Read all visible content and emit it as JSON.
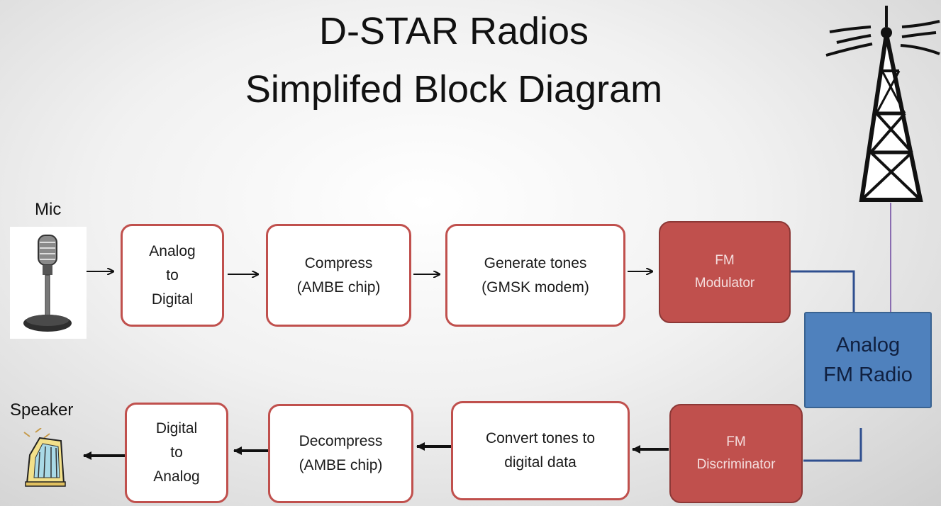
{
  "title_line1": "D-STAR Radios",
  "title_line2": "Simplifed Block Diagram",
  "mic_label": "Mic",
  "speaker_label": "Speaker",
  "tx": {
    "analog_to_digital": [
      "Analog",
      "to",
      "Digital"
    ],
    "compress": [
      "Compress",
      "(AMBE chip)"
    ],
    "generate_tones": [
      "Generate tones",
      "(GMSK modem)"
    ],
    "fm_modulator": [
      "FM",
      "Modulator"
    ]
  },
  "radio": [
    "Analog",
    "FM Radio"
  ],
  "rx": {
    "fm_discriminator": [
      "FM",
      "Discriminator"
    ],
    "convert_tones": [
      "Convert tones to",
      "digital data"
    ],
    "decompress": [
      "Decompress",
      "(AMBE chip)"
    ],
    "digital_to_analog": [
      "Digital",
      "to",
      "Analog"
    ]
  },
  "colors": {
    "box_border": "#c0504d",
    "fm_block": "#c0504d",
    "radio_block": "#4f81bd",
    "wire_blue": "#2f4f8f",
    "wire_purple": "#8a6db0"
  },
  "icons": [
    "microphone-icon",
    "speaker-icon",
    "radio-tower-icon"
  ]
}
